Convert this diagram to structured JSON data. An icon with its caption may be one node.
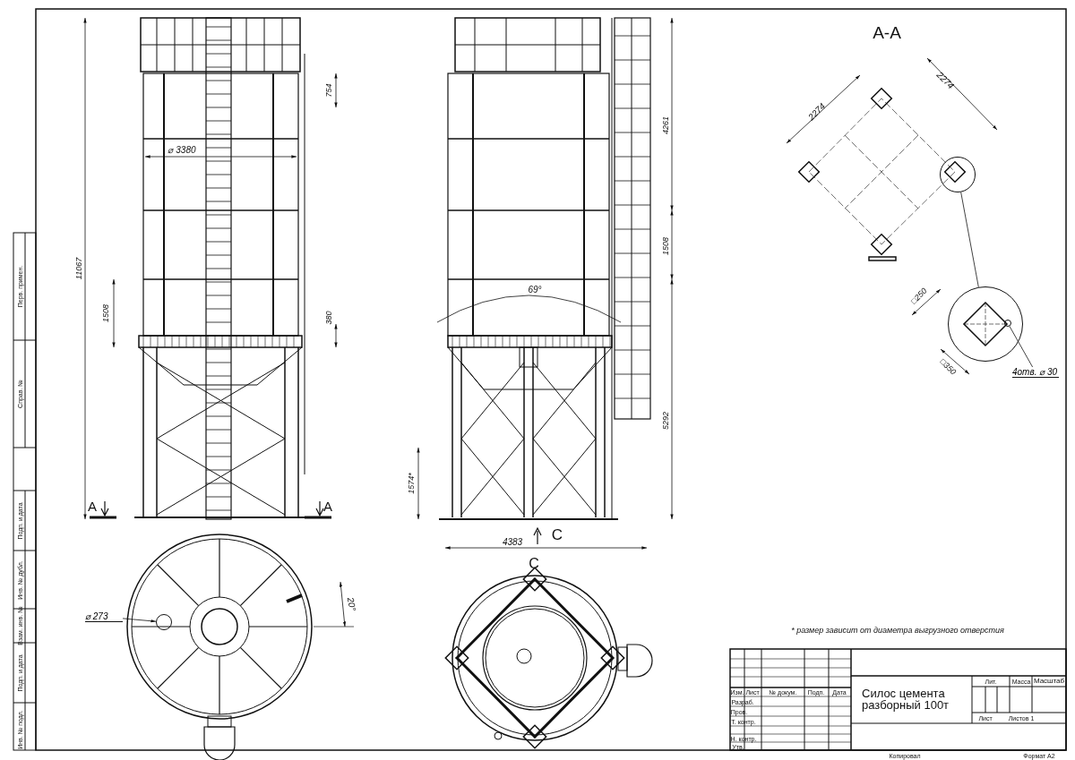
{
  "diagram": {
    "nodes": [
      {
        "text": [
          "⌀ 273"
        ]
      },
      {
        "text": [],
        "shape": "circle"
      },
      {
        "text": [],
        "shape": "circle"
      },
      {
        "text": [],
        "shape": "circle"
      },
      {
        "text": [
          "4отв. ⌀ 30"
        ]
      },
      {
        "text": [],
        "shape": "circle",
        "in": 3
      }
    ],
    "edges": [
      {
        "from": 0,
        "to": 1,
        "arrow": "to"
      },
      {
        "from": 2,
        "to": 3,
        "arrow": "none"
      },
      {
        "from": 4,
        "to": 5,
        "arrow": "none"
      }
    ],
    "labels": [
      "11067",
      "754",
      "⌀ 3380",
      "1508",
      "380",
      "A",
      "A",
      "4261",
      "1508",
      "69°",
      "5292",
      "1574*",
      "4383",
      "C",
      "A-A",
      "2274",
      "2274",
      "□250",
      "□350",
      "20°",
      "C",
      "* размер зависит от диаметра выгрузного отверстия",
      "Перв. примен.",
      "Справ. №",
      "Подп. и дата",
      "Инв. № дубл.",
      "Взам. инв. №",
      "Подп. и дата",
      "Инв. № подл.",
      "Изм.",
      "Лист",
      "№ докум.",
      "Подп.",
      "Дата",
      "Разраб.",
      "Пров.",
      "Т. контр.",
      "Н. контр.",
      "Утв.",
      "Силос цемента разборный 100т",
      "Лит.",
      "Масса",
      "Масштаб",
      "Лист",
      "Листов 1",
      "Копировал",
      "Формат А2"
    ]
  }
}
